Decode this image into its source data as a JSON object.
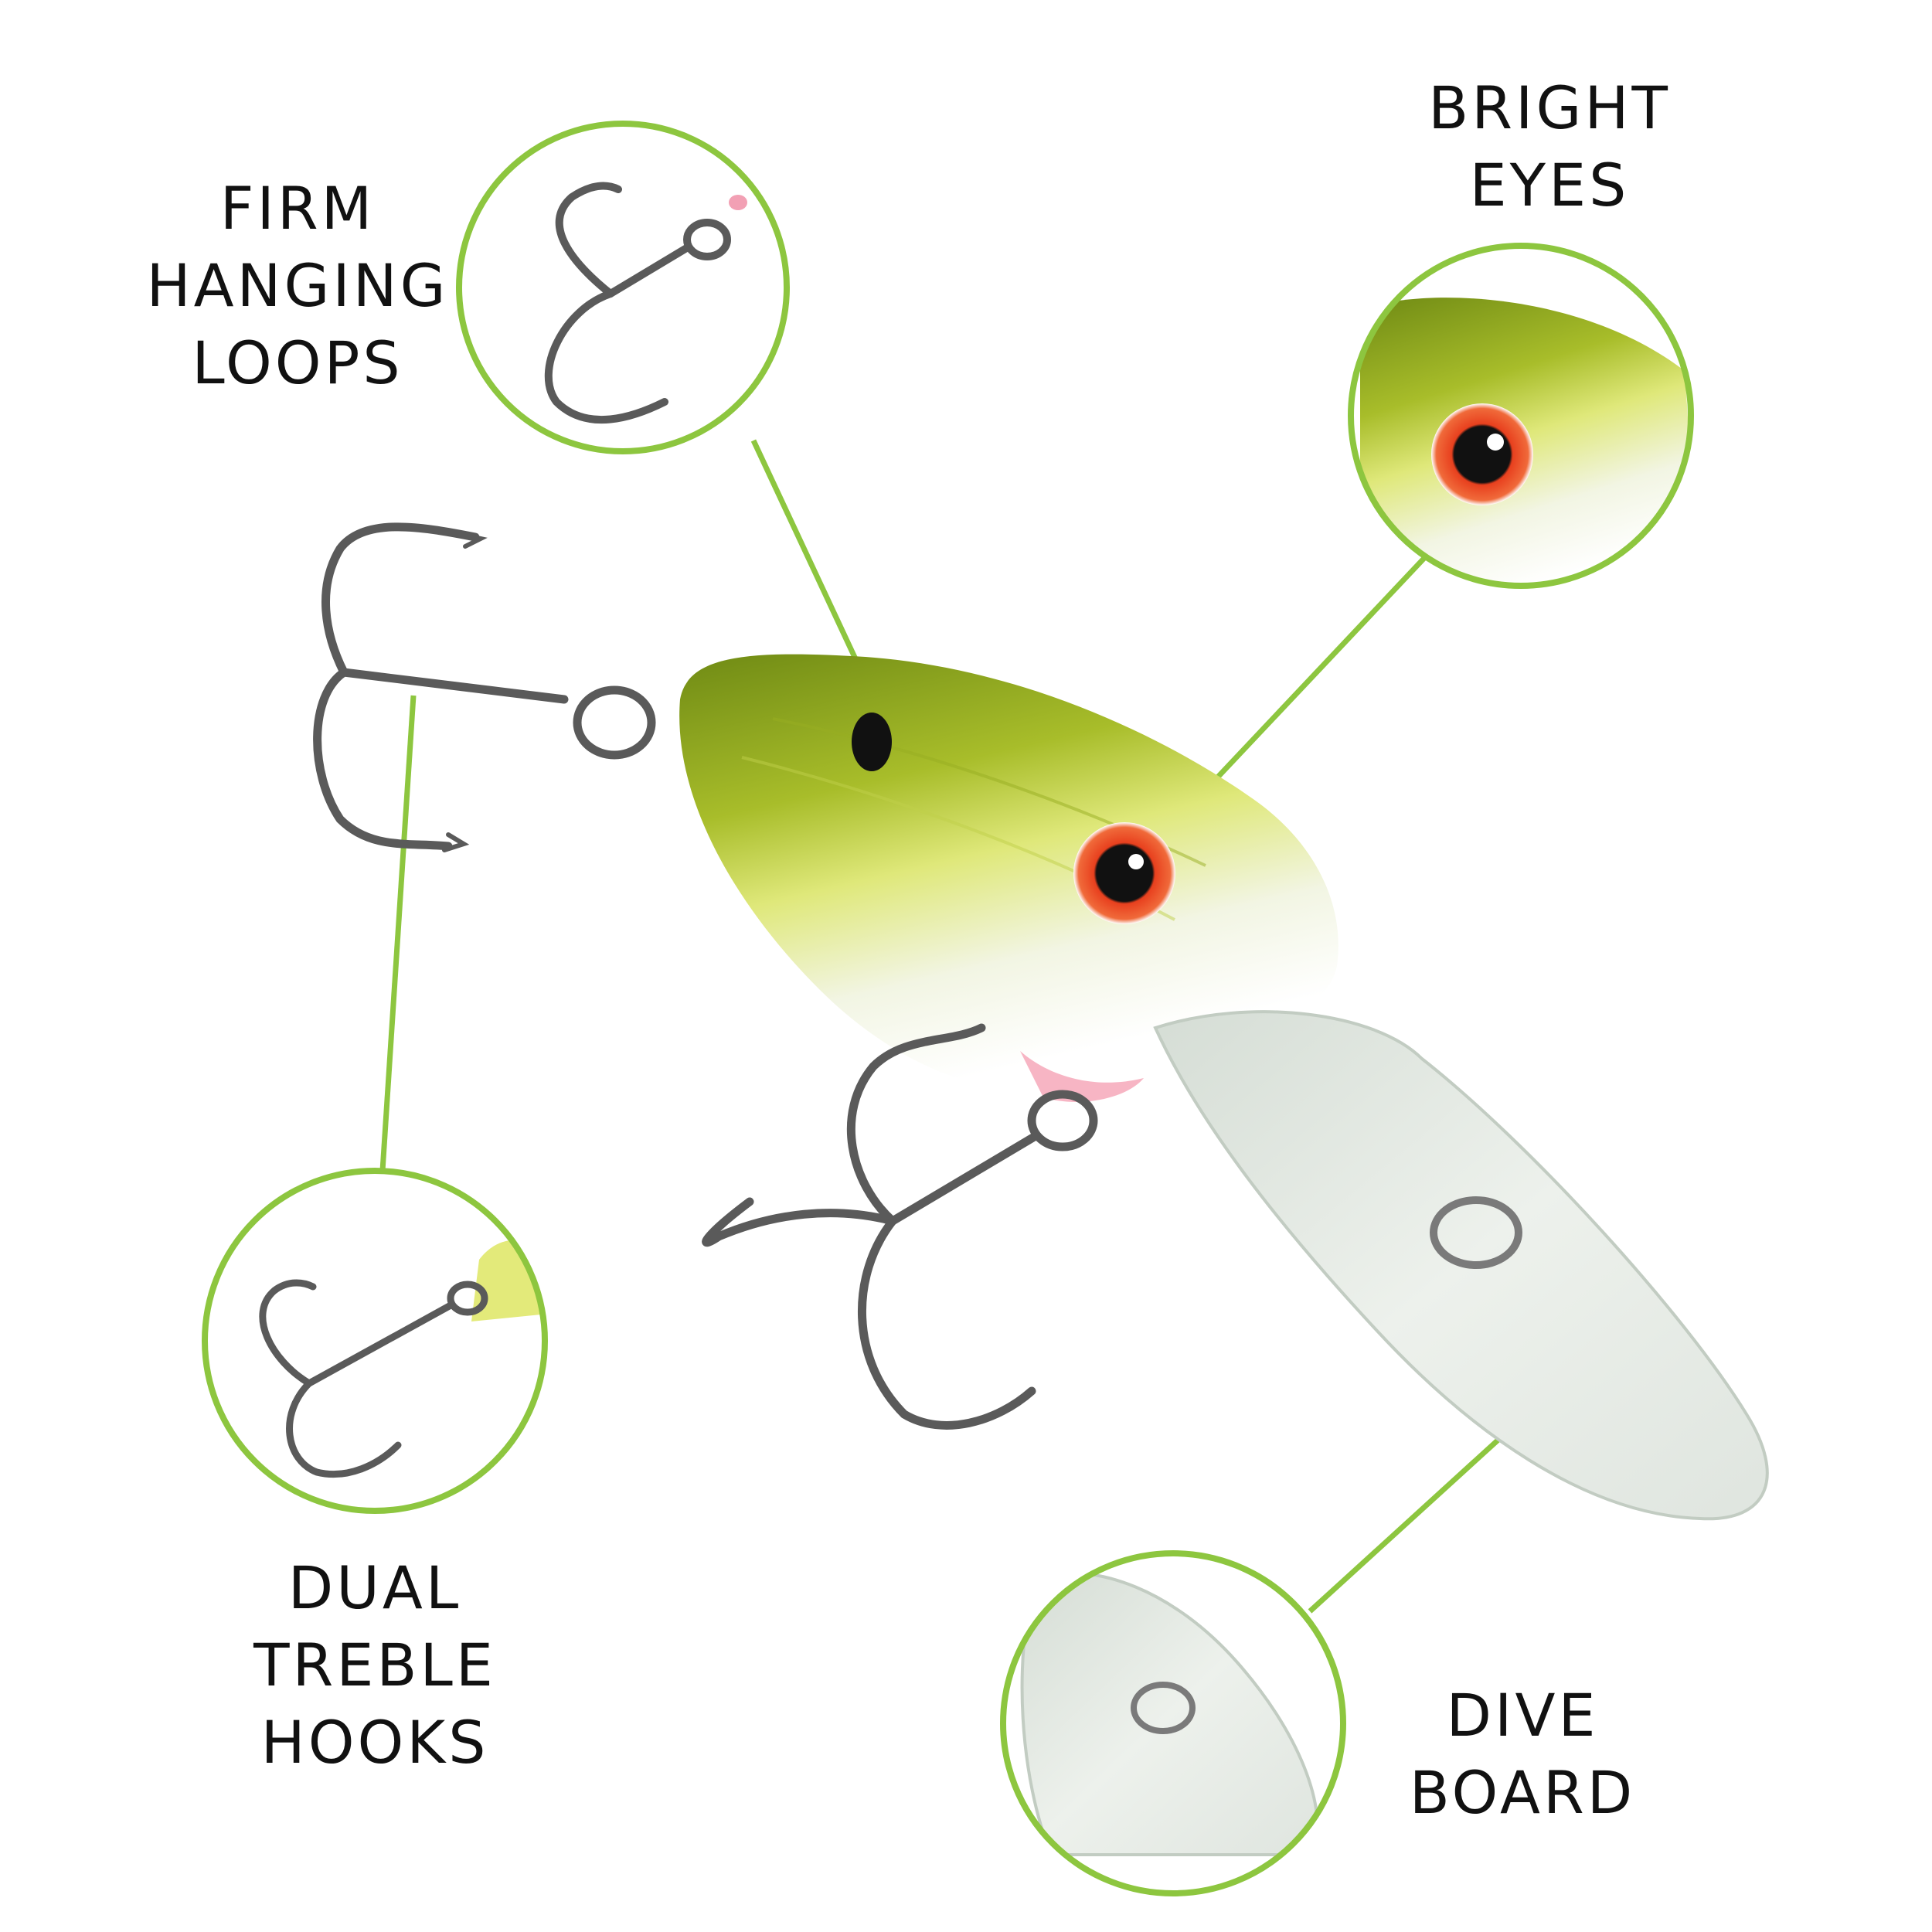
{
  "labels": {
    "hanging_loops": "FIRM\nHANGING\nLOOPS",
    "bright_eyes": "BRIGHT\nEYES",
    "treble_hooks": "DUAL\nTREBLE\nHOOKS",
    "dive_board": "DIVE\nBOARD"
  },
  "colors": {
    "accent": "#8dc63f",
    "lure_green": "#8aa51e",
    "lure_yellow": "#d9e65a",
    "lure_belly": "#f4f6e8",
    "eye_red": "#e8401e",
    "hook_metal": "#5a5a5a",
    "lip_clear": "#e4ebe4"
  }
}
